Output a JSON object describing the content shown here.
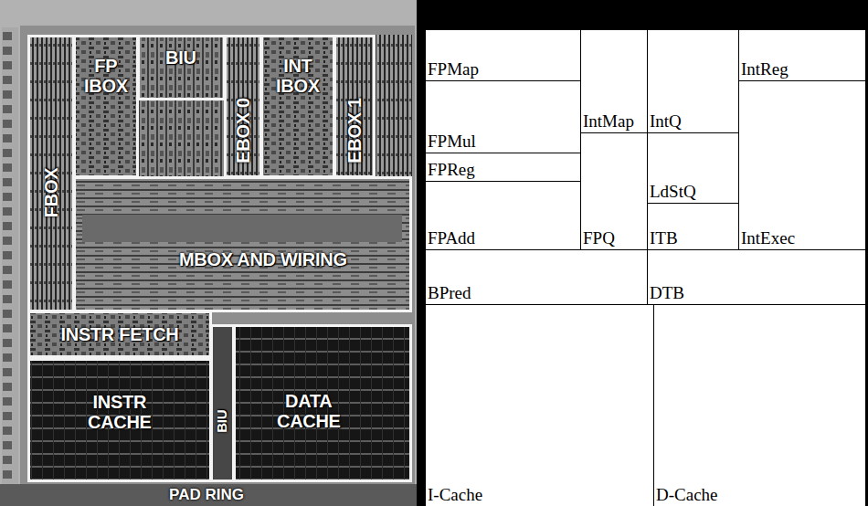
{
  "diagram": {
    "nodes": [
      {
        "text": [
          "FBOX"
        ]
      },
      {
        "text": [
          "FP IBOX"
        ]
      },
      {
        "text": [
          "BIU"
        ]
      },
      {
        "text": [
          "EBOX 0"
        ]
      },
      {
        "text": [
          "INT IBOX"
        ]
      },
      {
        "text": [
          "EBOX 1"
        ]
      },
      {
        "text": [
          "MBOX AND WIRING"
        ]
      },
      {
        "text": [
          "INSTR FETCH"
        ]
      },
      {
        "text": [
          "INSTR CACHE"
        ]
      },
      {
        "text": [
          "BIU"
        ]
      },
      {
        "text": [
          "DATA CACHE"
        ]
      },
      {
        "text": [
          "FPMap"
        ]
      },
      {
        "text": [
          "IntMap"
        ]
      },
      {
        "text": [
          "IntQ"
        ]
      },
      {
        "text": [
          "IntReg"
        ]
      },
      {
        "text": [
          "FPMul"
        ]
      },
      {
        "text": [
          "FPReg"
        ]
      },
      {
        "text": [
          "LdStQ"
        ]
      },
      {
        "text": [
          "FPAdd"
        ]
      },
      {
        "text": [
          "FPQ"
        ]
      },
      {
        "text": [
          "ITB"
        ]
      },
      {
        "text": [
          "IntExec"
        ]
      },
      {
        "text": [
          "BPred"
        ]
      },
      {
        "text": [
          "DTB"
        ]
      },
      {
        "text": [
          "I-Cache"
        ]
      },
      {
        "text": [
          "D-Cache"
        ]
      }
    ],
    "labels": [
      "PAD RING"
    ]
  }
}
